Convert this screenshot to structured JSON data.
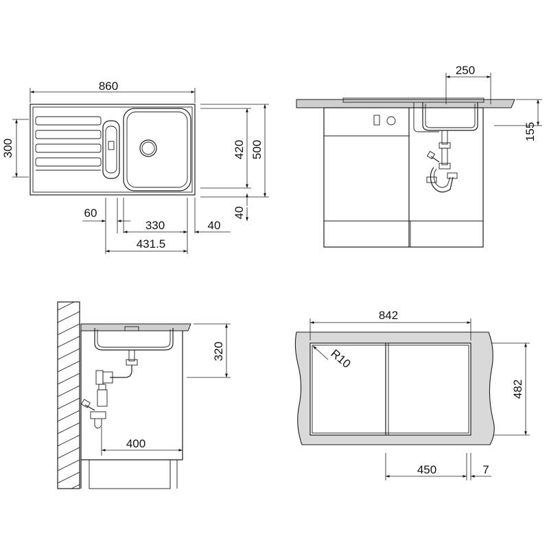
{
  "top_view": {
    "width_label": "860",
    "depth_left_label": "300",
    "bowl_depth_label": "420",
    "depth_right_label": "500",
    "offset_60_label": "60",
    "bowl_width_label": "330",
    "edge_40_label": "40",
    "edge_40_vertical_label": "40",
    "center_label": "431.5"
  },
  "side_view": {
    "bowl_width_label": "250",
    "bowl_depth_label": "155"
  },
  "section_view": {
    "height_label": "320",
    "depth_label": "400"
  },
  "cutout_view": {
    "width_label": "842",
    "depth_label": "482",
    "radius_label": "R10",
    "half_label": "450",
    "offset_label": "7"
  }
}
